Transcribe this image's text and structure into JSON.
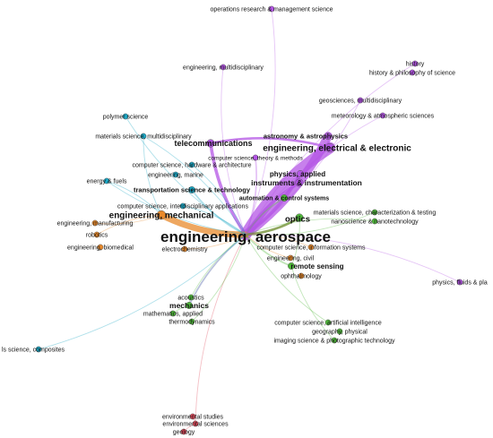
{
  "graph": {
    "colors": {
      "purple": "#b455e6",
      "blue": "#1aa6c4",
      "orange": "#e8892b",
      "green": "#4fb83a",
      "red": "#e0485a",
      "navy": "#3a4e9a",
      "olive": "#6b8a2a"
    },
    "hub": "engineering-aerospace",
    "nodes": [
      {
        "id": "operations-research",
        "label": "operations research & management science",
        "color": "purple",
        "weight": 1
      },
      {
        "id": "engineering-multidisciplinary",
        "label": "engineering, multidisciplinary",
        "color": "purple",
        "weight": 1
      },
      {
        "id": "history",
        "label": "history",
        "color": "purple",
        "weight": 1
      },
      {
        "id": "history-philosophy",
        "label": "history & philosophy of science",
        "color": "purple",
        "weight": 1
      },
      {
        "id": "geosciences",
        "label": "geosciences, multidisciplinary",
        "color": "purple",
        "weight": 1
      },
      {
        "id": "meteorology",
        "label": "meteorology & atmospheric sciences",
        "color": "purple",
        "weight": 1
      },
      {
        "id": "polymer-science",
        "label": "polymer science",
        "color": "blue",
        "weight": 1
      },
      {
        "id": "materials-multidisciplinary",
        "label": "materials science, multidisciplinary",
        "color": "blue",
        "weight": 1
      },
      {
        "id": "astronomy",
        "label": "astronomy & astrophysics",
        "color": "purple",
        "weight": 2
      },
      {
        "id": "telecommunications",
        "label": "telecommunications",
        "color": "purple",
        "weight": 3
      },
      {
        "id": "engineering-electrical",
        "label": "engineering, electrical & electronic",
        "color": "purple",
        "weight": 4
      },
      {
        "id": "cs-theory",
        "label": "computer science, theory & methods",
        "color": "purple",
        "weight": 1
      },
      {
        "id": "cs-hardware",
        "label": "computer science, hardware & architecture",
        "color": "blue",
        "weight": 1
      },
      {
        "id": "engineering-marine",
        "label": "engineering, marine",
        "color": "blue",
        "weight": 1
      },
      {
        "id": "physics-applied",
        "label": "physics, applied",
        "color": "purple",
        "weight": 2
      },
      {
        "id": "instruments",
        "label": "instruments & instrumentation",
        "color": "purple",
        "weight": 3
      },
      {
        "id": "energy-fuels",
        "label": "energy & fuels",
        "color": "blue",
        "weight": 1
      },
      {
        "id": "transportation",
        "label": "transportation science & technology",
        "color": "blue",
        "weight": 2
      },
      {
        "id": "automation",
        "label": "automation & control systems",
        "color": "green",
        "weight": 2
      },
      {
        "id": "cs-interdisciplinary",
        "label": "computer science, interdisciplinary applications",
        "color": "blue",
        "weight": 1
      },
      {
        "id": "materials-characterization",
        "label": "materials science, characterization & testing",
        "color": "green",
        "weight": 1
      },
      {
        "id": "engineering-mechanical",
        "label": "engineering, mechanical",
        "color": "orange",
        "weight": 4
      },
      {
        "id": "optics",
        "label": "optics",
        "color": "green",
        "weight": 3
      },
      {
        "id": "nanoscience",
        "label": "nanoscience & nanotechnology",
        "color": "green",
        "weight": 1
      },
      {
        "id": "engineering-manufacturing",
        "label": "engineering, manufacturing",
        "color": "orange",
        "weight": 1
      },
      {
        "id": "robotics",
        "label": "robotics",
        "color": "orange",
        "weight": 1
      },
      {
        "id": "engineering-aerospace",
        "label": "engineering, aerospace",
        "color": "green",
        "weight": 8
      },
      {
        "id": "engineering-biomedical",
        "label": "engineering, biomedical",
        "color": "orange",
        "weight": 1
      },
      {
        "id": "electrochemistry",
        "label": "electrochemistry",
        "color": "orange",
        "weight": 1
      },
      {
        "id": "cs-information-systems",
        "label": "computer science, information systems",
        "color": "orange",
        "weight": 1
      },
      {
        "id": "engineering-civil",
        "label": "engineering, civil",
        "color": "orange",
        "weight": 1
      },
      {
        "id": "remote-sensing",
        "label": "remote sensing",
        "color": "green",
        "weight": 2
      },
      {
        "id": "ophthalmology",
        "label": "ophthalmology",
        "color": "orange",
        "weight": 1
      },
      {
        "id": "physics-fluids",
        "label": "physics, fluids & pla",
        "color": "purple",
        "weight": 1
      },
      {
        "id": "acoustics",
        "label": "acoustics",
        "color": "green",
        "weight": 1
      },
      {
        "id": "mechanics",
        "label": "mechanics",
        "color": "green",
        "weight": 2
      },
      {
        "id": "mathematics-applied",
        "label": "mathematics, applied",
        "color": "green",
        "weight": 1
      },
      {
        "id": "thermodynamics",
        "label": "thermodynamics",
        "color": "green",
        "weight": 1
      },
      {
        "id": "cs-ai",
        "label": "computer science, artificial intelligence",
        "color": "green",
        "weight": 1
      },
      {
        "id": "geography-physical",
        "label": "geography, physical",
        "color": "green",
        "weight": 1
      },
      {
        "id": "imaging-science",
        "label": "imaging science & photographic technology",
        "color": "green",
        "weight": 1
      },
      {
        "id": "materials-composites",
        "label": "ls science, composites",
        "color": "blue",
        "weight": 1
      },
      {
        "id": "environmental-studies",
        "label": "environmental studies",
        "color": "red",
        "weight": 1
      },
      {
        "id": "environmental-sciences",
        "label": "environmental sciences",
        "color": "red",
        "weight": 1
      },
      {
        "id": "geology",
        "label": "geology",
        "color": "red",
        "weight": 1
      }
    ],
    "edges": [
      {
        "source": "engineering-aerospace",
        "target": "engineering-electrical",
        "color": "purple",
        "weight": 9
      },
      {
        "source": "engineering-aerospace",
        "target": "astronomy",
        "color": "purple",
        "weight": 7
      },
      {
        "source": "engineering-aerospace",
        "target": "telecommunications",
        "color": "purple",
        "weight": 4
      },
      {
        "source": "engineering-aerospace",
        "target": "physics-applied",
        "color": "purple",
        "weight": 4
      },
      {
        "source": "engineering-aerospace",
        "target": "instruments",
        "color": "purple",
        "weight": 4
      },
      {
        "source": "engineering-aerospace",
        "target": "cs-theory",
        "color": "purple",
        "weight": 2
      },
      {
        "source": "engineering-aerospace",
        "target": "engineering-mechanical",
        "color": "orange",
        "weight": 5
      },
      {
        "source": "engineering-aerospace",
        "target": "optics",
        "color": "olive",
        "weight": 3
      },
      {
        "source": "engineering-aerospace",
        "target": "automation",
        "color": "green",
        "weight": 2
      },
      {
        "source": "engineering-aerospace",
        "target": "mechanics",
        "color": "navy",
        "weight": 2
      },
      {
        "source": "engineering-aerospace",
        "target": "transportation",
        "color": "blue",
        "weight": 2
      },
      {
        "source": "engineering-aerospace",
        "target": "remote-sensing",
        "color": "green",
        "weight": 2
      },
      {
        "source": "engineering-aerospace",
        "target": "engineering-multidisciplinary",
        "color": "purple",
        "weight": 1
      },
      {
        "source": "engineering-aerospace",
        "target": "operations-research",
        "color": "purple",
        "weight": 1
      },
      {
        "source": "engineering-aerospace",
        "target": "history",
        "color": "purple",
        "weight": 1
      },
      {
        "source": "engineering-aerospace",
        "target": "geosciences",
        "color": "purple",
        "weight": 1
      },
      {
        "source": "engineering-aerospace",
        "target": "meteorology",
        "color": "purple",
        "weight": 1
      },
      {
        "source": "engineering-aerospace",
        "target": "materials-multidisciplinary",
        "color": "blue",
        "weight": 1
      },
      {
        "source": "engineering-aerospace",
        "target": "polymer-science",
        "color": "blue",
        "weight": 1
      },
      {
        "source": "engineering-aerospace",
        "target": "cs-hardware",
        "color": "blue",
        "weight": 1
      },
      {
        "source": "engineering-aerospace",
        "target": "energy-fuels",
        "color": "blue",
        "weight": 1
      },
      {
        "source": "engineering-aerospace",
        "target": "cs-interdisciplinary",
        "color": "blue",
        "weight": 1
      },
      {
        "source": "engineering-aerospace",
        "target": "electrochemistry",
        "color": "orange",
        "weight": 1
      },
      {
        "source": "engineering-aerospace",
        "target": "engineering-civil",
        "color": "orange",
        "weight": 1
      },
      {
        "source": "engineering-aerospace",
        "target": "cs-information-systems",
        "color": "orange",
        "weight": 1
      },
      {
        "source": "engineering-aerospace",
        "target": "materials-characterization",
        "color": "green",
        "weight": 1
      },
      {
        "source": "engineering-aerospace",
        "target": "nanoscience",
        "color": "green",
        "weight": 1
      },
      {
        "source": "engineering-aerospace",
        "target": "cs-ai",
        "color": "green",
        "weight": 1
      },
      {
        "source": "engineering-aerospace",
        "target": "physics-fluids",
        "color": "purple",
        "weight": 1
      },
      {
        "source": "engineering-aerospace",
        "target": "environmental-sciences",
        "color": "red",
        "weight": 1
      },
      {
        "source": "engineering-aerospace",
        "target": "materials-composites",
        "color": "blue",
        "weight": 1
      },
      {
        "source": "engineering-aerospace",
        "target": "acoustics",
        "color": "green",
        "weight": 1
      },
      {
        "source": "engineering-aerospace",
        "target": "thermodynamics",
        "color": "green",
        "weight": 1
      },
      {
        "source": "engineering-electrical",
        "target": "telecommunications",
        "color": "purple",
        "weight": 3
      },
      {
        "source": "engineering-electrical",
        "target": "astronomy",
        "color": "purple",
        "weight": 2
      },
      {
        "source": "engineering-electrical",
        "target": "instruments",
        "color": "purple",
        "weight": 2
      },
      {
        "source": "engineering-mechanical",
        "target": "engineering-manufacturing",
        "color": "orange",
        "weight": 1
      },
      {
        "source": "engineering-mechanical",
        "target": "robotics",
        "color": "orange",
        "weight": 1
      },
      {
        "source": "engineering-mechanical",
        "target": "materials-multidisciplinary",
        "color": "blue",
        "weight": 1
      },
      {
        "source": "engineering-mechanical",
        "target": "energy-fuels",
        "color": "blue",
        "weight": 1
      },
      {
        "source": "mechanics",
        "target": "acoustics",
        "color": "green",
        "weight": 1
      },
      {
        "source": "mechanics",
        "target": "mathematics-applied",
        "color": "green",
        "weight": 1
      },
      {
        "source": "optics",
        "target": "remote-sensing",
        "color": "green",
        "weight": 1
      },
      {
        "source": "remote-sensing",
        "target": "imaging-science",
        "color": "green",
        "weight": 1
      },
      {
        "source": "environmental-studies",
        "target": "environmental-sciences",
        "color": "red",
        "weight": 1
      },
      {
        "source": "environmental-sciences",
        "target": "geology",
        "color": "red",
        "weight": 1
      }
    ]
  }
}
